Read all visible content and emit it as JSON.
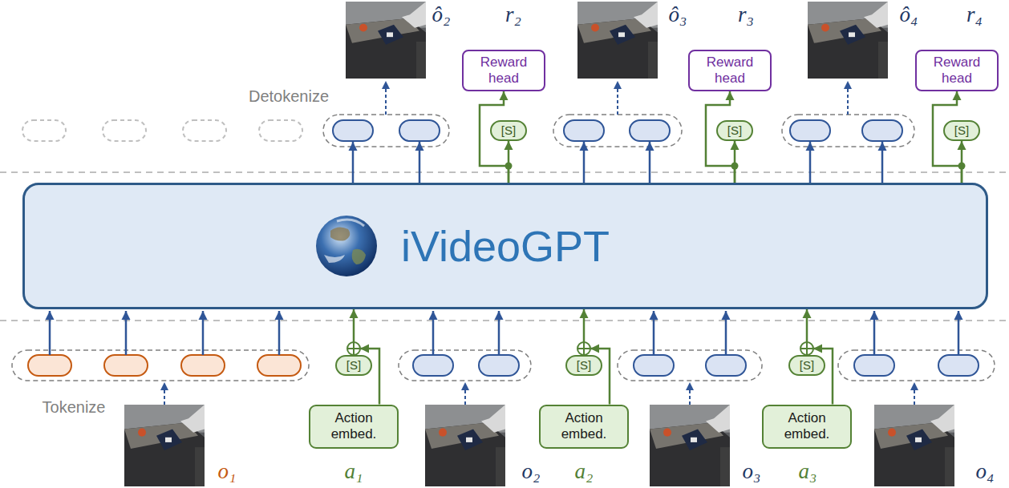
{
  "diagram": {
    "nodes": [
      {
        "text": [
          "Reward head"
        ]
      },
      {
        "text": [
          "Reward head"
        ]
      },
      {
        "text": [
          "Reward head"
        ]
      },
      {
        "text": [
          "[S]"
        ]
      },
      {
        "text": [
          "[S]"
        ]
      },
      {
        "text": [
          "[S]"
        ]
      },
      {
        "text": [
          "iVideoGPT"
        ]
      },
      {
        "text": [
          "[S]"
        ]
      },
      {
        "text": [
          "[S]"
        ]
      },
      {
        "text": [
          "[S]"
        ]
      },
      {
        "text": [
          "Action embed."
        ]
      },
      {
        "text": [
          "Action embed."
        ]
      },
      {
        "text": [
          "Action embed."
        ]
      }
    ],
    "edges": [
      {
        "from": 6,
        "to": 3,
        "arrow": "to"
      },
      {
        "from": 6,
        "to": 0,
        "arrow": "to"
      },
      {
        "from": 7,
        "to": 6,
        "arrow": "to"
      },
      {
        "from": 10,
        "to": 7,
        "arrow": "to"
      },
      {
        "from": 6,
        "to": 4,
        "arrow": "to"
      },
      {
        "from": 6,
        "to": 1,
        "arrow": "to"
      },
      {
        "from": 8,
        "to": 6,
        "arrow": "to"
      },
      {
        "from": 11,
        "to": 8,
        "arrow": "to"
      },
      {
        "from": 6,
        "to": 5,
        "arrow": "to"
      },
      {
        "from": 6,
        "to": 2,
        "arrow": "to"
      },
      {
        "from": 9,
        "to": 6,
        "arrow": "to"
      },
      {
        "from": 12,
        "to": 9,
        "arrow": "to"
      }
    ],
    "labels": [
      "ô₂",
      "r₂",
      "ô₃",
      "r₃",
      "ô₄",
      "r₄",
      "Detokenize",
      "Tokenize",
      "o₁",
      "a₁",
      "o₂",
      "a₂",
      "o₃",
      "a₃",
      "o₄"
    ]
  }
}
